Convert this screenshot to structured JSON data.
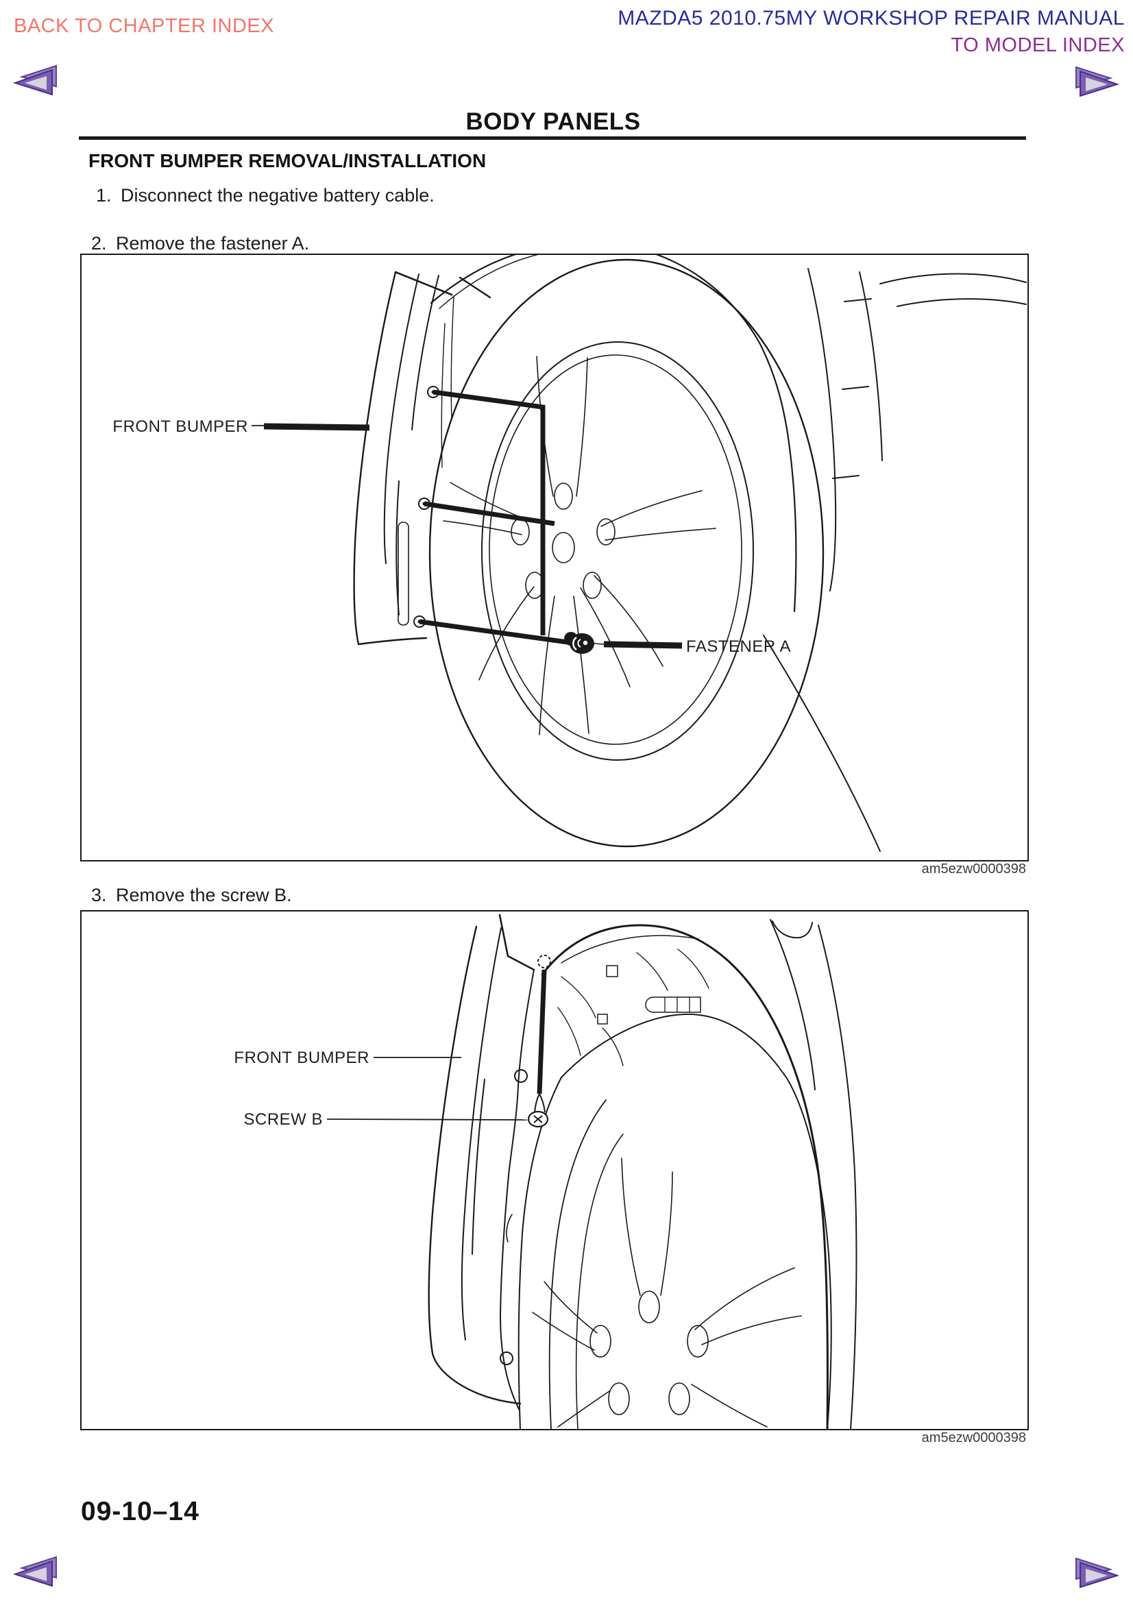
{
  "header": {
    "back_link": "BACK TO CHAPTER INDEX",
    "manual_title": "MAZDA5 2010.75MY WORKSHOP REPAIR MANUAL",
    "model_index_link": "TO MODEL INDEX"
  },
  "page": {
    "section_title": "BODY PANELS",
    "procedure_heading": "FRONT BUMPER REMOVAL/INSTALLATION",
    "steps": [
      {
        "num": "1.",
        "text": "Disconnect the negative battery cable."
      },
      {
        "num": "2.",
        "text": "Remove the fastener A."
      },
      {
        "num": "3.",
        "text": "Remove the screw B."
      }
    ],
    "page_number": "09-10–14"
  },
  "figure1": {
    "label_front_bumper": "FRONT BUMPER",
    "label_fastener": "FASTENER A",
    "caption": "am5ezw0000398"
  },
  "figure2": {
    "label_front_bumper": "FRONT BUMPER",
    "label_screw": "SCREW B",
    "caption": "am5ezw0000398"
  },
  "colors": {
    "back_link": "#f4766b",
    "manual_title": "#2a2a9b",
    "model_index_link": "#8e2e8d",
    "arrow_fill": "#7b5fae",
    "arrow_edge": "#4a2d8f",
    "arrow_inner": "#d7d2e0",
    "line_art": "#1a1a1a"
  }
}
